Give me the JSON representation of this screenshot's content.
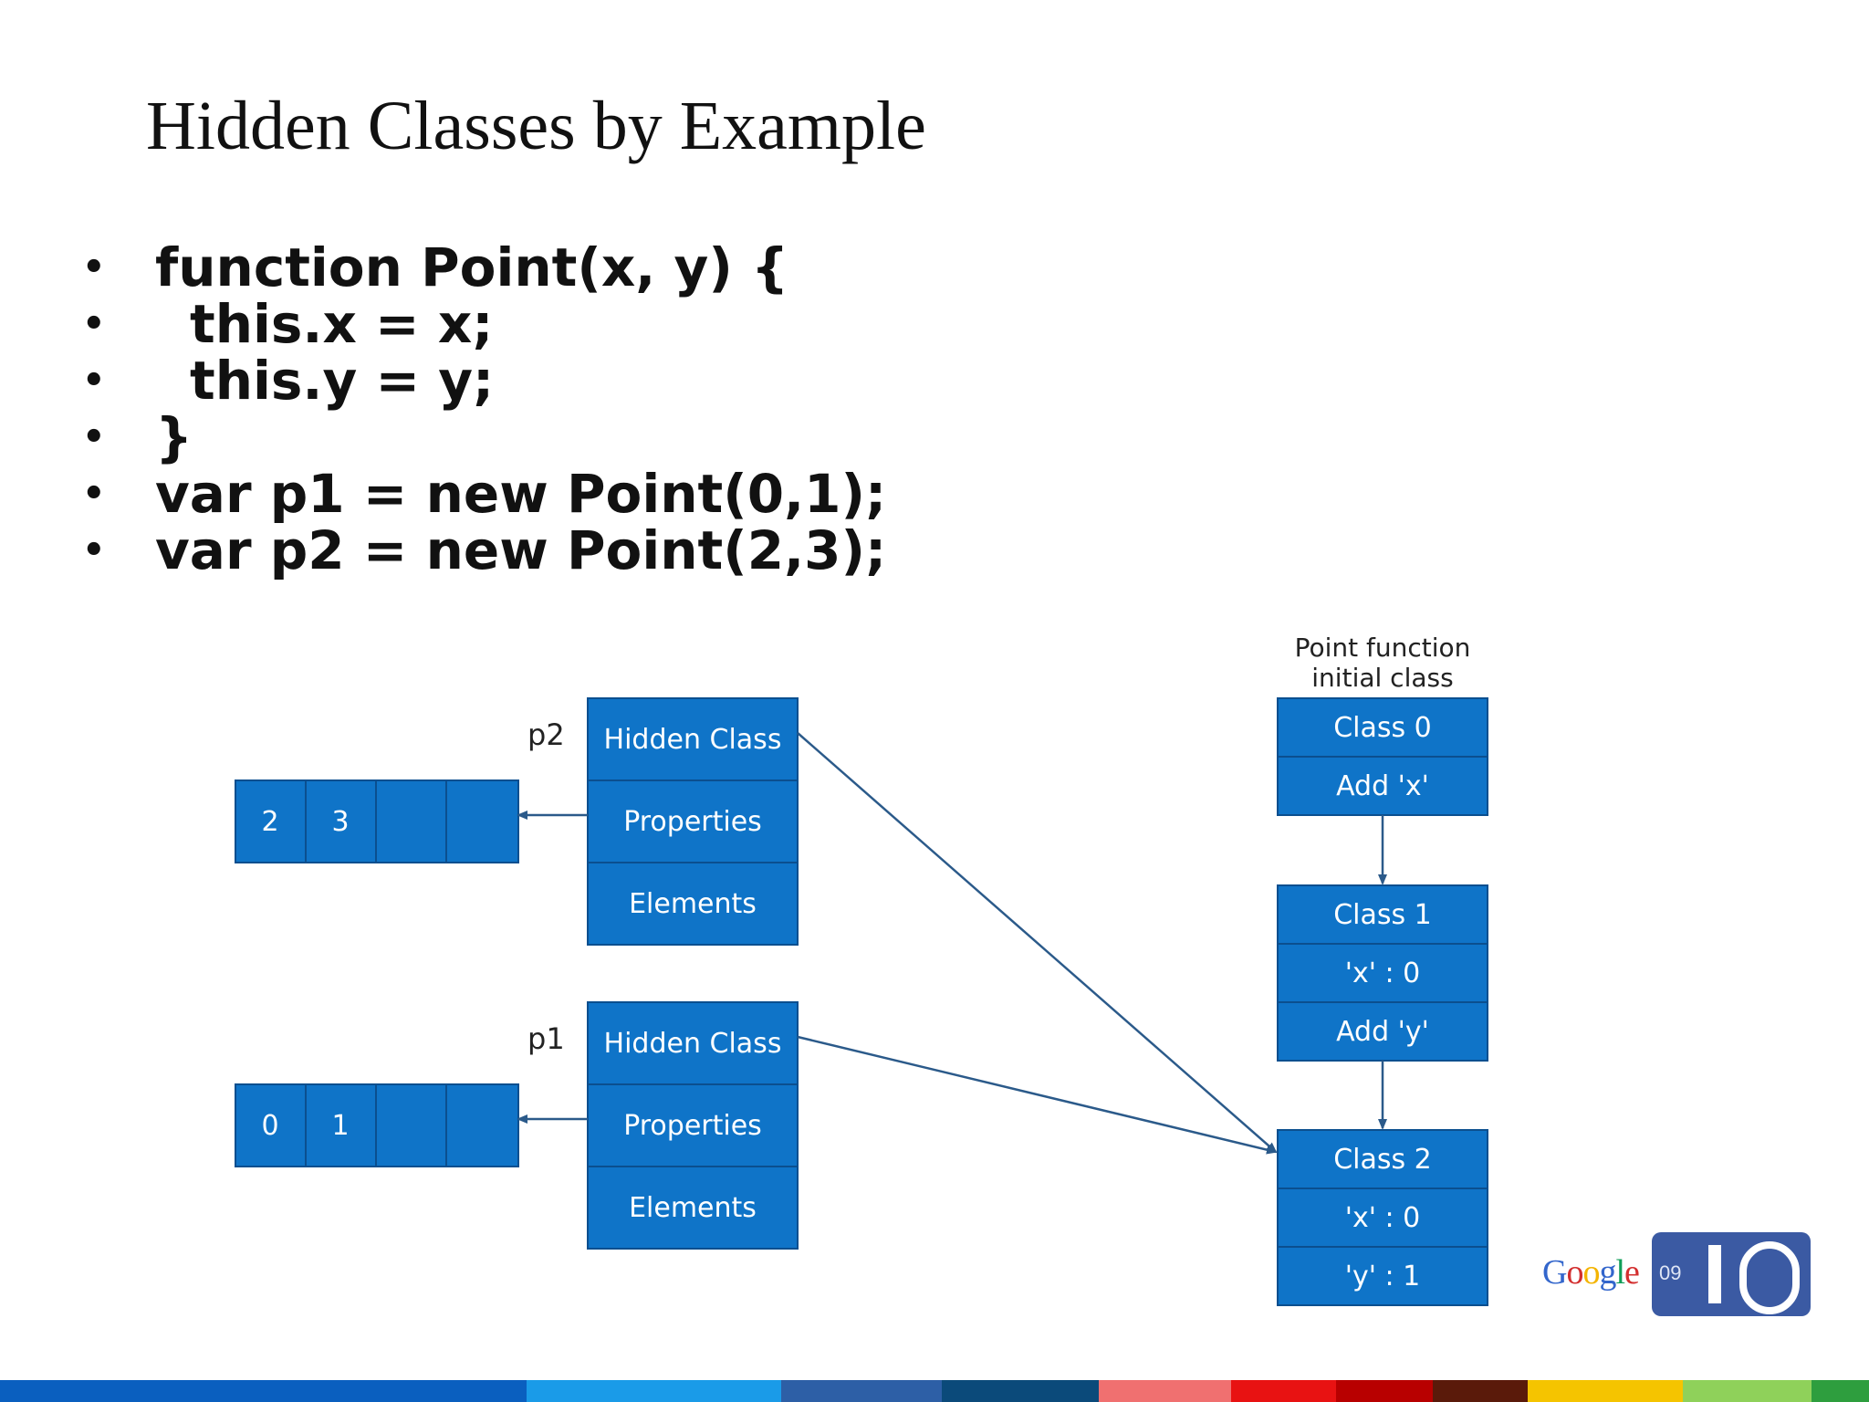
{
  "slide": {
    "title": "Hidden Classes by Example",
    "bullet_char": "•",
    "code_lines": [
      {
        "text": "function Point(x, y) {",
        "indent": false
      },
      {
        "text": "this.x = x;",
        "indent": true
      },
      {
        "text": "this.y = y;",
        "indent": true
      },
      {
        "text": "}",
        "indent": false
      },
      {
        "text": "var p1 = new Point(0,1);",
        "indent": false
      },
      {
        "text": "var p2 = new Point(2,3);",
        "indent": false
      }
    ]
  },
  "diagram": {
    "colors": {
      "box_fill": "#0f74c8",
      "box_stroke": "#0b4f8f",
      "arrow": "#2b5a8a"
    },
    "objects": [
      {
        "label": "p2",
        "fields": [
          "Hidden Class",
          "Properties",
          "Elements"
        ],
        "property_values": [
          "2",
          "3",
          "",
          ""
        ]
      },
      {
        "label": "p1",
        "fields": [
          "Hidden Class",
          "Properties",
          "Elements"
        ],
        "property_values": [
          "0",
          "1",
          "",
          ""
        ]
      }
    ],
    "initial_class_caption": [
      "Point function",
      "initial class"
    ],
    "classes": [
      {
        "rows": [
          "Class 0",
          "Add 'x'"
        ]
      },
      {
        "rows": [
          "Class 1",
          "'x' : 0",
          "Add 'y'"
        ]
      },
      {
        "rows": [
          "Class 2",
          "'x' : 0",
          "'y' : 1"
        ]
      }
    ]
  },
  "logo": {
    "google_letters": [
      {
        "ch": "G",
        "color": "#3366cc"
      },
      {
        "ch": "o",
        "color": "#d32f2f"
      },
      {
        "ch": "o",
        "color": "#f4b400"
      },
      {
        "ch": "g",
        "color": "#3366cc"
      },
      {
        "ch": "l",
        "color": "#0f9d58"
      },
      {
        "ch": "e",
        "color": "#d32f2f"
      }
    ],
    "year": "09"
  },
  "footer_stripe": [
    "#0a5fbf",
    "#1a9be8",
    "#2d5fa6",
    "#0b4a7a",
    "#f07070",
    "#e81212",
    "#b80000",
    "#5a1a0a",
    "#f5c400",
    "#8fd15a",
    "#2e9e3e"
  ]
}
